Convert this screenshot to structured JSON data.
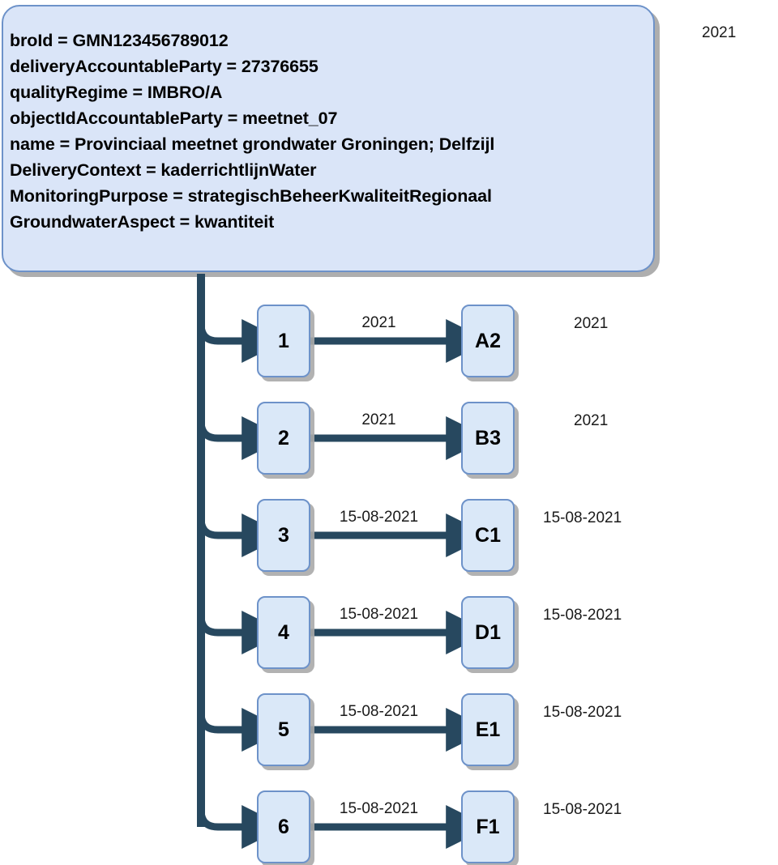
{
  "diagram": {
    "title_box": {
      "lines": [
        "broId = GMN123456789012",
        "deliveryAccountableParty = 27376655",
        "qualityRegime = IMBRO/A",
        "objectIdAccountableParty = meetnet_07",
        "name = Provinciaal meetnet grondwater Groningen; Delfzijl",
        "DeliveryContext = kaderrichtlijnWater",
        "MonitoringPurpose = strategischBeheerKwaliteitRegionaal",
        "GroundwaterAspect = kwantiteit"
      ],
      "side_label": "2021"
    },
    "colors": {
      "box_fill": "#dae5f8",
      "box_border": "#6d92c9",
      "node_fill": "#dae8f8",
      "connector": "#27485f",
      "shadow": "#a8a8a8",
      "text": "#000000"
    },
    "rows": [
      {
        "source": "1",
        "edge_label": "2021",
        "target": "A2",
        "side_label": "2021"
      },
      {
        "source": "2",
        "edge_label": "2021",
        "target": "B3",
        "side_label": "2021"
      },
      {
        "source": "3",
        "edge_label": "15-08-2021",
        "target": "C1",
        "side_label": "15-08-2021"
      },
      {
        "source": "4",
        "edge_label": "15-08-2021",
        "target": "D1",
        "side_label": "15-08-2021"
      },
      {
        "source": "5",
        "edge_label": "15-08-2021",
        "target": "E1",
        "side_label": "15-08-2021"
      },
      {
        "source": "6",
        "edge_label": "15-08-2021",
        "target": "F1",
        "side_label": "15-08-2021"
      }
    ]
  }
}
